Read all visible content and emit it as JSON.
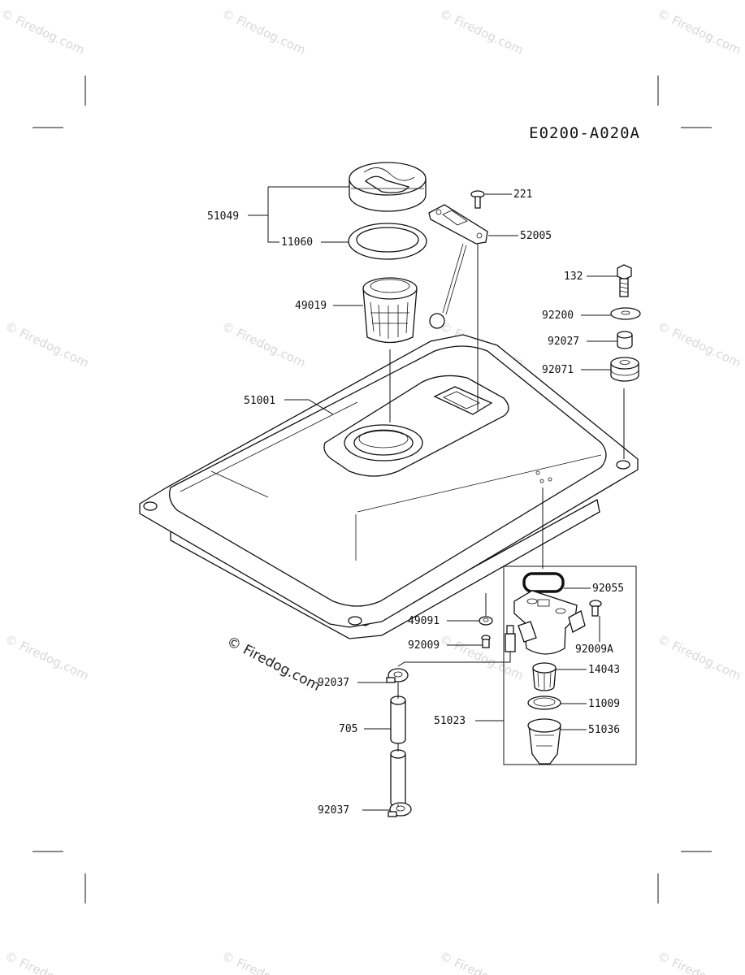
{
  "diagram_code": "E0200-A020A",
  "watermark_text": "© Firedog.com",
  "parts": [
    {
      "id": "51049",
      "label": "51049"
    },
    {
      "id": "11060",
      "label": "11060"
    },
    {
      "id": "49019",
      "label": "49019"
    },
    {
      "id": "51001",
      "label": "51001"
    },
    {
      "id": "221",
      "label": "221"
    },
    {
      "id": "52005",
      "label": "52005"
    },
    {
      "id": "132",
      "label": "132"
    },
    {
      "id": "92200",
      "label": "92200"
    },
    {
      "id": "92027",
      "label": "92027"
    },
    {
      "id": "92071",
      "label": "92071"
    },
    {
      "id": "92055",
      "label": "92055"
    },
    {
      "id": "49091",
      "label": "49091"
    },
    {
      "id": "92009",
      "label": "92009"
    },
    {
      "id": "92009A",
      "label": "92009A"
    },
    {
      "id": "92037a",
      "label": "92037"
    },
    {
      "id": "14043",
      "label": "14043"
    },
    {
      "id": "11009",
      "label": "11009"
    },
    {
      "id": "51023",
      "label": "51023"
    },
    {
      "id": "51036",
      "label": "51036"
    },
    {
      "id": "705",
      "label": "705"
    },
    {
      "id": "92037b",
      "label": "92037"
    }
  ]
}
